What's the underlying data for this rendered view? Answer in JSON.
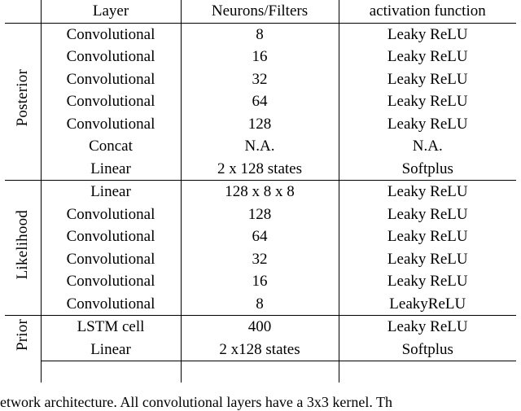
{
  "table": {
    "headers": [
      "",
      "Layer",
      "Neurons/Filters",
      "activation function"
    ],
    "groups": [
      {
        "name": "Posterior",
        "rows": [
          {
            "layer": "Convolutional",
            "neurons": "8",
            "activation": "Leaky ReLU"
          },
          {
            "layer": "Convolutional",
            "neurons": "16",
            "activation": "Leaky ReLU"
          },
          {
            "layer": "Convolutional",
            "neurons": "32",
            "activation": "Leaky ReLU"
          },
          {
            "layer": "Convolutional",
            "neurons": "64",
            "activation": "Leaky ReLU"
          },
          {
            "layer": "Convolutional",
            "neurons": "128",
            "activation": "Leaky ReLU"
          },
          {
            "layer": "Concat",
            "neurons": "N.A.",
            "activation": "N.A."
          },
          {
            "layer": "Linear",
            "neurons": "2 x 128 states",
            "activation": "Softplus"
          }
        ]
      },
      {
        "name": "Likelihood",
        "rows": [
          {
            "layer": "Linear",
            "neurons": "128 x 8 x 8",
            "activation": "Leaky ReLU"
          },
          {
            "layer": "Convolutional",
            "neurons": "128",
            "activation": "Leaky ReLU"
          },
          {
            "layer": "Convolutional",
            "neurons": "64",
            "activation": "Leaky ReLU"
          },
          {
            "layer": "Convolutional",
            "neurons": "32",
            "activation": "Leaky ReLU"
          },
          {
            "layer": "Convolutional",
            "neurons": "16",
            "activation": "Leaky ReLU"
          },
          {
            "layer": "Convolutional",
            "neurons": "8",
            "activation": "LeakyReLU"
          }
        ]
      },
      {
        "name": "Prior",
        "rows": [
          {
            "layer": "LSTM cell",
            "neurons": "400",
            "activation": "Leaky ReLU"
          },
          {
            "layer": "Linear",
            "neurons": "2 x128 states",
            "activation": "Softplus"
          }
        ]
      }
    ]
  },
  "caption": "etwork architecture. All convolutional layers have a 3x3 kernel. Th"
}
